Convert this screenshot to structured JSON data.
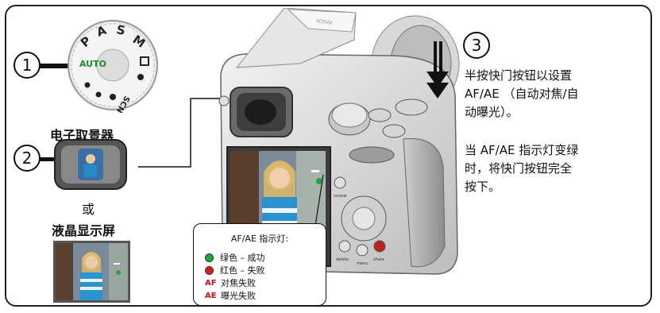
{
  "steps": {
    "step1": "1",
    "step2": "2",
    "step3": "3"
  },
  "dial": {
    "auto": "AUTO",
    "p": "P",
    "a": "A",
    "s": "S",
    "m": "M",
    "scn": "SCN"
  },
  "evf_label": "电子取景器",
  "or_label": "或",
  "lcd_label": "液晶显示屏",
  "instructions": {
    "line1": "半按快门按钮以设置\nAF/AE （自动对焦/自\n动曝光）。",
    "line2": "当 AF/AE 指示灯变绿\n时，将快门按钮完全\n按下。"
  },
  "legend": {
    "title": "AF/AE 指示灯:",
    "rows": [
      {
        "tag": "",
        "text": "绿色 – 成功",
        "color": "#1fa83a"
      },
      {
        "tag": "",
        "text": "红色 – 失败",
        "color": "#d81e1e"
      },
      {
        "tag": "AF",
        "text": "对焦失败",
        "color": "#c81010"
      },
      {
        "tag": "AE",
        "text": "曝光失败",
        "color": "#c81010"
      }
    ]
  },
  "camera": {
    "brand": "KODAK",
    "buttons": [
      "review",
      "delete",
      "menu",
      "share"
    ]
  }
}
